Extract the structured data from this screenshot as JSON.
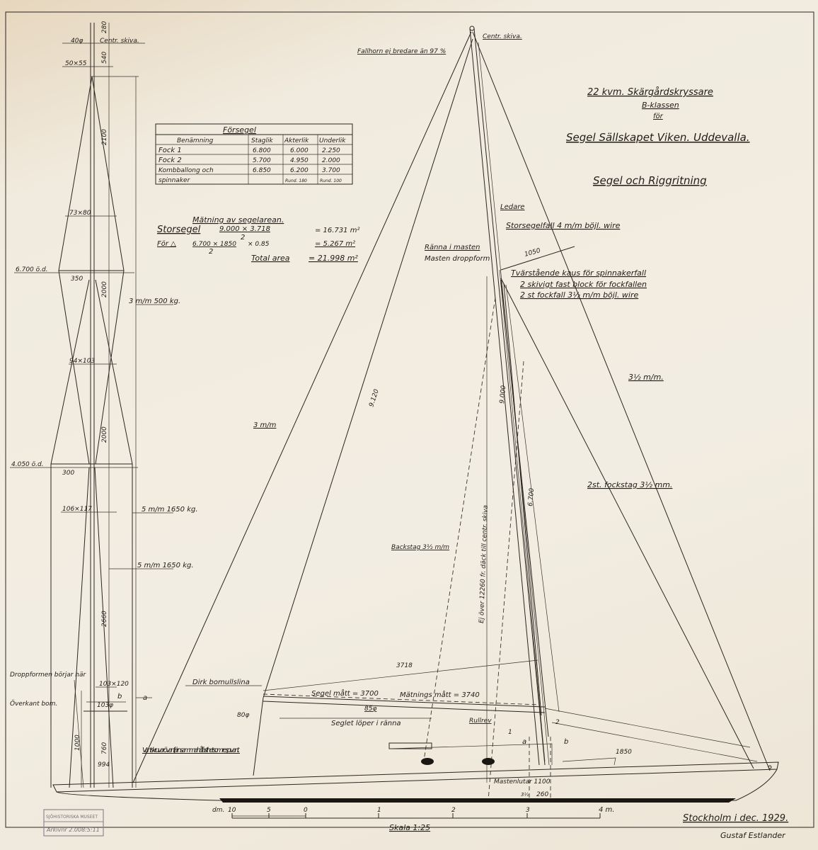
{
  "title_block": {
    "line1": "22 kvm. Skärgårdskryssare",
    "line2": "B-klassen",
    "line3": "för",
    "line4": "Segel Sällskapet Viken. Uddevalla.",
    "subtitle": "Segel och Riggritning"
  },
  "forsegel_table": {
    "title": "Försegel",
    "headers": [
      "Benämning",
      "Staglik",
      "Akterlik",
      "Underlik"
    ],
    "rows": [
      [
        "Fock 1",
        "6.800",
        "6.000",
        "2.250"
      ],
      [
        "Fock 2",
        "5.700",
        "4.950",
        "2.000"
      ],
      [
        "Kombballong och",
        "6.850",
        "6.200",
        "3.700"
      ],
      [
        "spinnaker",
        "",
        "Rund. 180",
        "Rund. 100"
      ]
    ]
  },
  "area_calc": {
    "heading": "Mätning av segelarean.",
    "main_label": "Storsegel",
    "main_formula": "9.000 × 3.718",
    "main_divisor": "2",
    "main_result": "= 16.731 m²",
    "fore_label": "För △",
    "fore_formula": "6.700 × 1850",
    "fore_factor": "× 0.85",
    "fore_divisor": "2",
    "fore_result": "= 5.267 m²",
    "total_label": "Total area",
    "total_result": "= 21.998 m²"
  },
  "mast_detail": {
    "labels": [
      "40φ",
      "Centr. skiva.",
      "50×55",
      "73×80",
      "6.700 ö.d.",
      "350",
      "3 m/m 500 kg.",
      "94×103",
      "4.050 ö.d.",
      "300",
      "106×117",
      "5 m/m 1650 kg.",
      "5 m/m 1650 kg.",
      "Droppformen börjar här",
      "103×120",
      "Överkant bom.",
      "103φ",
      "b",
      "a",
      "994"
    ],
    "dims": [
      "280",
      "540",
      "2100",
      "2000",
      "2000",
      "2660",
      "1000",
      "760"
    ]
  },
  "rig_labels": {
    "fallhorn": "Fallhorn ej bredare än 97 %",
    "centr_skiva": "Centr. skiva.",
    "ledare": "Ledare",
    "storsegelfall": "Storsegelfall 4 m/m böjl. wire",
    "ranna": "Ränna i masten",
    "masten_dropp": "Masten droppform",
    "spridare": "1050",
    "tvarstaende": "Tvärstående kaus för spinnakerfall",
    "skivigt": "2 skivigt fast block för fockfallen",
    "fockfall": "2 st fockfall 3½ m/m böjl. wire",
    "stag_outer": "3½ m/m.",
    "backstag": "3 m/m",
    "leech_dim": "9.120",
    "luff_dim": "9.000",
    "jib_luff": "6.700",
    "fockstag": "2st. fockstag 3½ mm.",
    "backstag_lower": "Backstag 3½ m/m",
    "mast_height": "Ej över 12260 fr. däck till centr. skiva",
    "foot_dim": "3718",
    "dirk": "Dirk bomullslina",
    "segelmatt": "Segel mått = 3700",
    "matningsmatt": "Mätnings mått = 3740",
    "boom_dim": "85φ",
    "seglet": "Seglet löper i ränna",
    "boom_end": "80φ",
    "rullrev": "Rullrev",
    "one": "1",
    "two": "2",
    "a": "a",
    "b": "b",
    "jib_foot": "1850",
    "vantskruvar": "Vantskruvar ö vantjärn samma hållfasthet som resp. vant.",
    "mastlutar": "Mastenlutar 1100",
    "mast_rake": "260",
    "mast_rake_small": "3½"
  },
  "scale": {
    "unit_left": "dm.",
    "ticks": [
      "10",
      "5",
      "0",
      "1",
      "2",
      "3",
      "4 m."
    ],
    "caption": "Skala 1:25"
  },
  "footer": {
    "place_date": "Stockholm i dec. 1929.",
    "signature": "Gustaf Estlander",
    "stamp_line1": "SJÖHISTORISKA MUSEET",
    "stamp_line2": "Arkivnr 2.008:5:11"
  }
}
